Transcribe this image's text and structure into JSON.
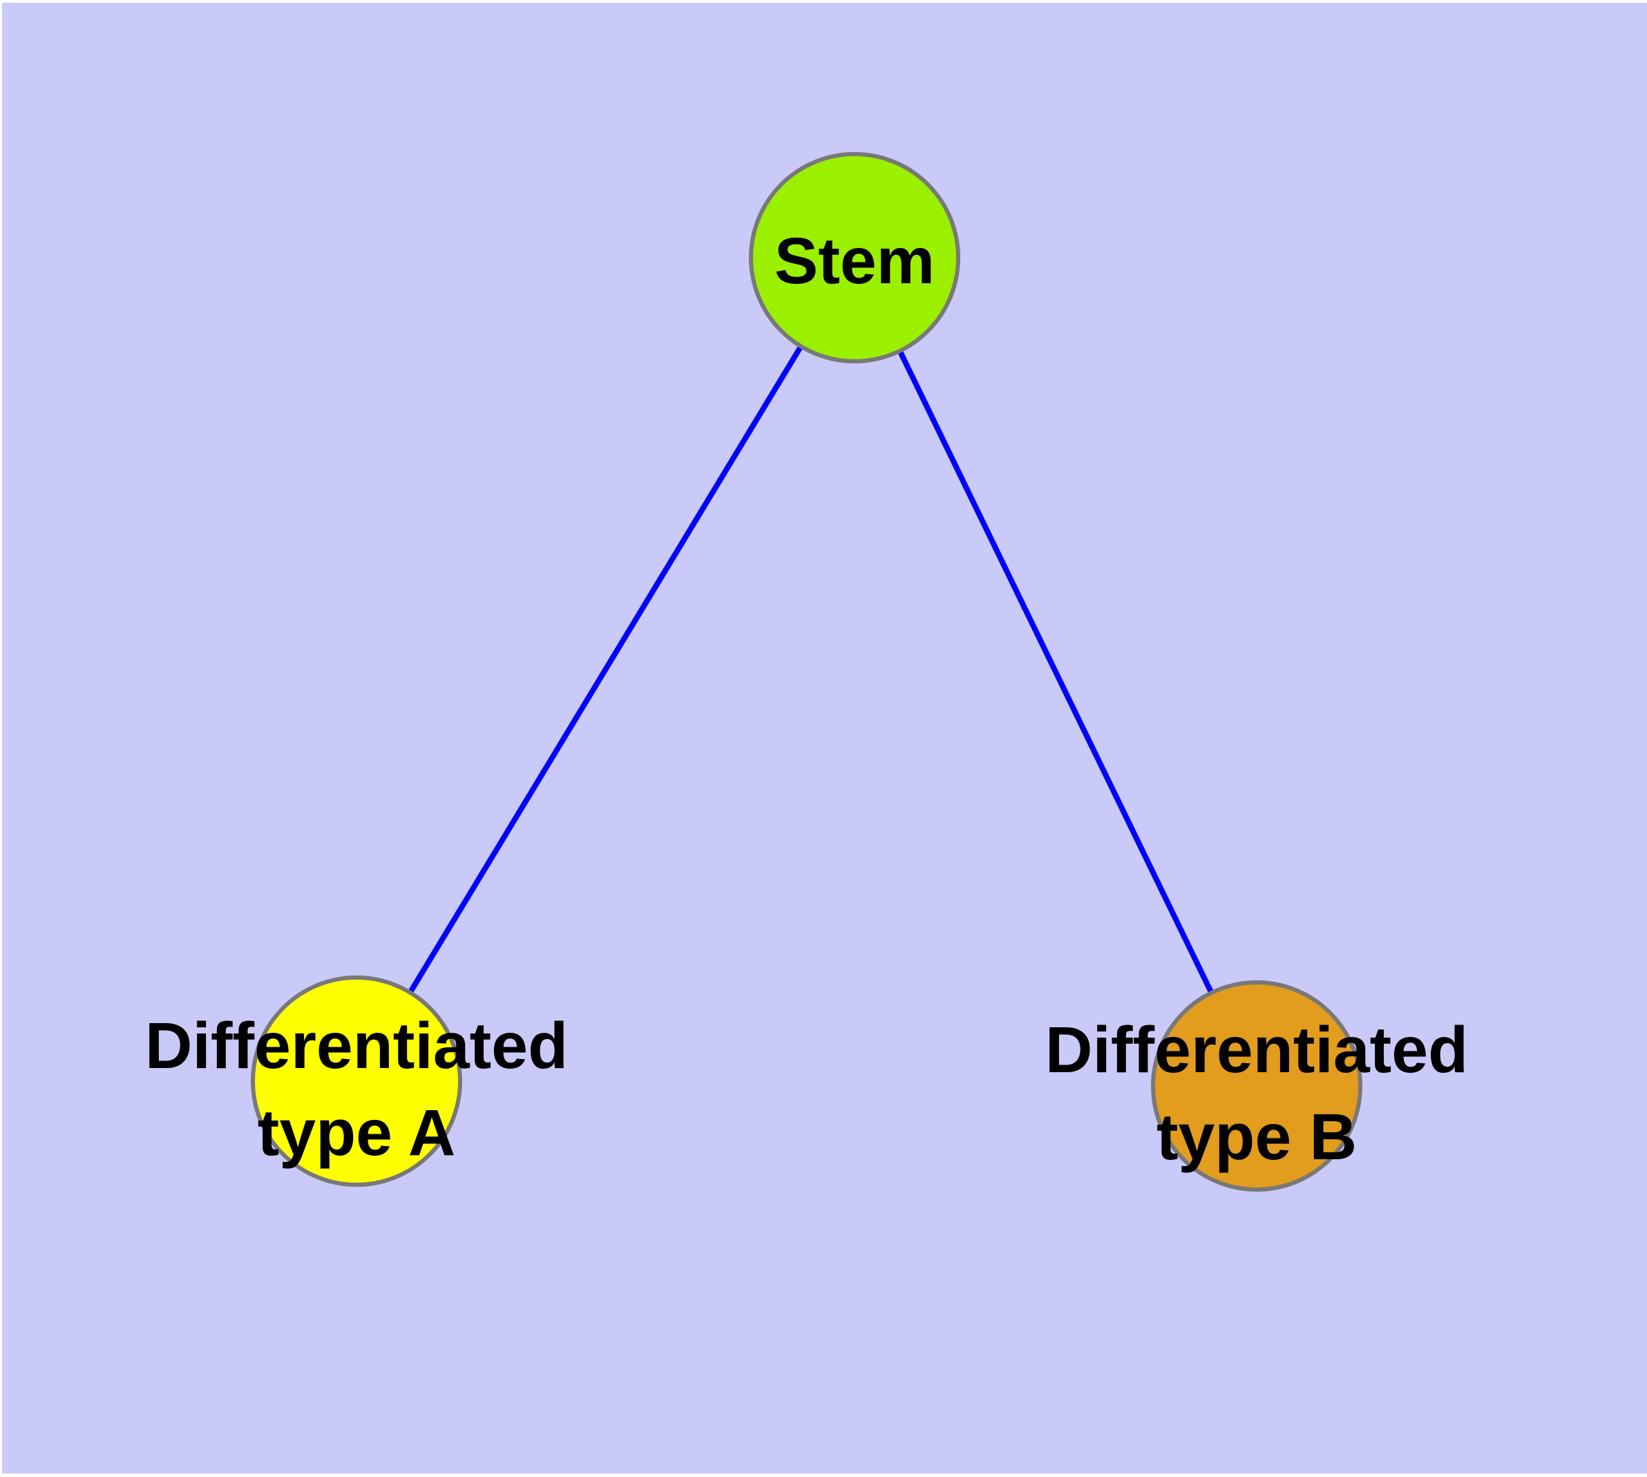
{
  "diagram": {
    "background_color": "#CACAF8",
    "margin_color": "#FFFFFF",
    "node_border_color": "#787878",
    "edge_color": "#0000FF",
    "text_color": "#000000",
    "nodes": [
      {
        "id": "stem",
        "color": "#9BF000",
        "lines": [
          "Stem"
        ]
      },
      {
        "id": "type-a",
        "color": "#FFFF00",
        "lines": [
          "Differentiated",
          "type A"
        ]
      },
      {
        "id": "type-b",
        "color": "#E29C1E",
        "lines": [
          "Differentiated",
          "type B"
        ]
      }
    ],
    "edges": [
      {
        "from": "stem",
        "to": "type-a"
      },
      {
        "from": "stem",
        "to": "type-b"
      }
    ]
  }
}
